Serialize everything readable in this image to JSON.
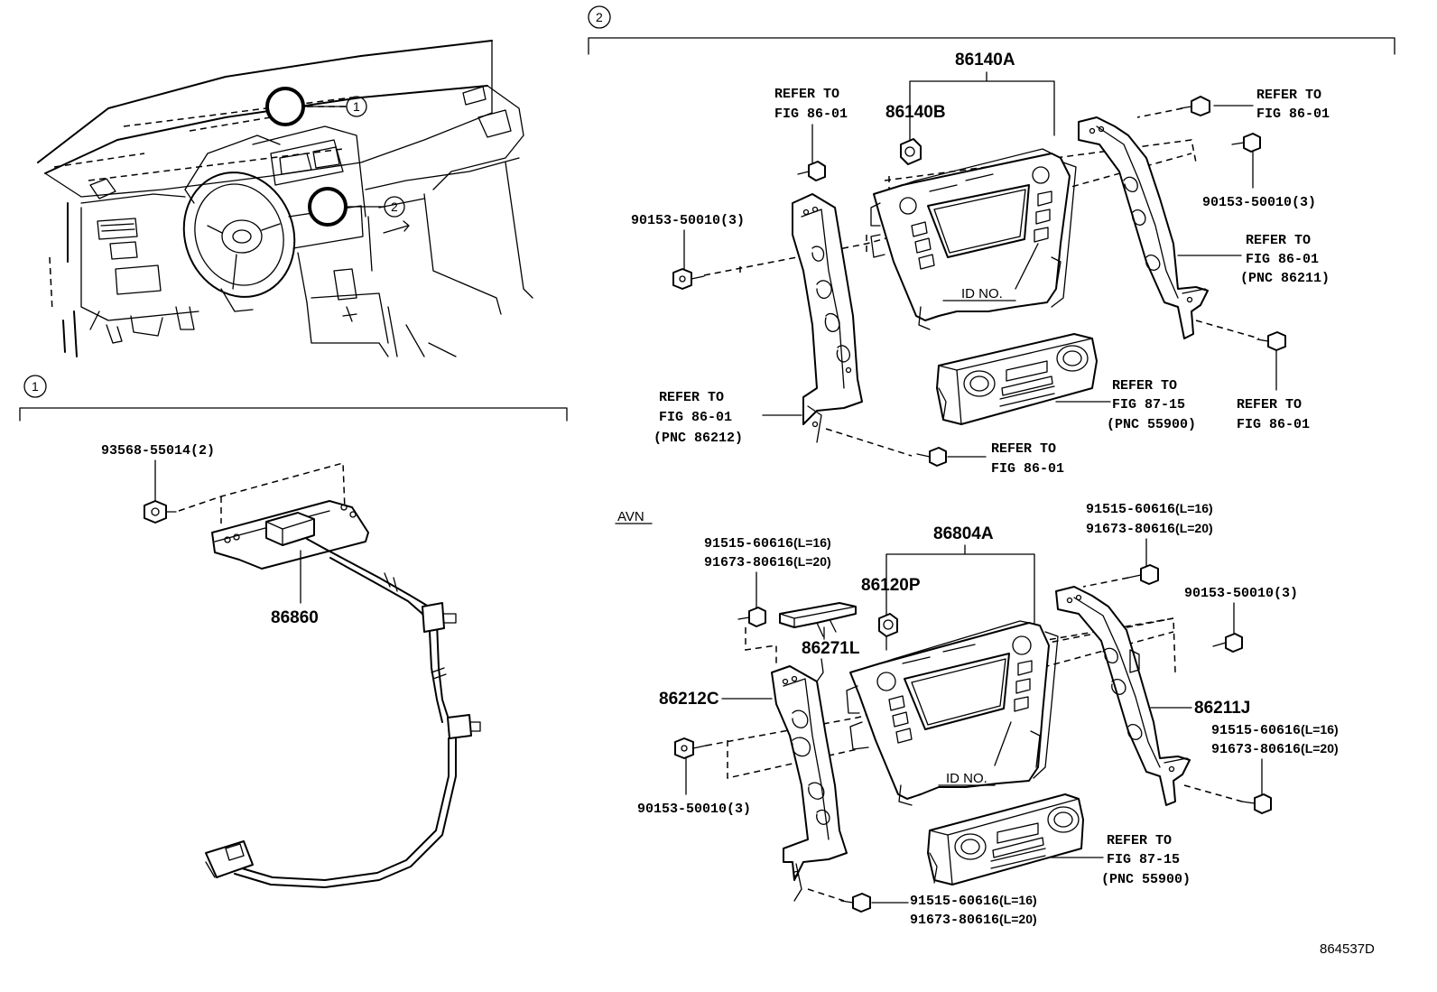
{
  "section_markers": {
    "marker_1": "1",
    "marker_2": "2"
  },
  "labels": {
    "p86140A": "86140A",
    "p86140B": "86140B",
    "refer_fig_86_01_a1": "REFER TO",
    "refer_fig_86_01_a2": "FIG 86-01",
    "refer_fig_86_01_b1": "REFER TO",
    "refer_fig_86_01_b2": "FIG 86-01",
    "p90153_top_right": "90153-50010(3)",
    "refer_86211_1": "REFER TO",
    "refer_86211_2": "FIG 86-01",
    "refer_86211_3": "(PNC 86211)",
    "p90153_left": "90153-50010(3)",
    "id_no_top": "ID NO.",
    "refer_86212_1": "REFER TO",
    "refer_86212_2": "FIG 86-01",
    "refer_86212_3": "(PNC 86212)",
    "refer_87_15_top_1": "REFER TO",
    "refer_87_15_top_2": "FIG 87-15",
    "refer_87_15_top_3": "(PNC 55900)",
    "refer_fig_86_01_c1": "REFER TO",
    "refer_fig_86_01_c2": "FIG 86-01",
    "refer_fig_86_01_d1": "REFER TO",
    "refer_fig_86_01_d2": "FIG 86-01",
    "p93568": "93568-55014(2)",
    "p86860": "86860",
    "avn": "AVN",
    "p86804A": "86804A",
    "p91515_top_right": "91515-60616",
    "p91515_top_right_l": "(L=16)",
    "p91673_top_right": "91673-80616",
    "p91673_top_right_l": "(L=20)",
    "p91515_top_left": "91515-60616",
    "p91515_top_left_l": "(L=16)",
    "p91673_top_left": "91673-80616",
    "p91673_top_left_l": "(L=20)",
    "p86120P": "86120P",
    "p86271L": "86271L",
    "p90153_avn_right": "90153-50010(3)",
    "p86212C": "86212C",
    "p86211J": "86211J",
    "p91515_mid_right": "91515-60616",
    "p91515_mid_right_l": "(L=16)",
    "p91673_mid_right": "91673-80616",
    "p91673_mid_right_l": "(L=20)",
    "p90153_avn_left": "90153-50010(3)",
    "id_no_bottom": "ID NO.",
    "refer_87_15_bot_1": "REFER TO",
    "refer_87_15_bot_2": "FIG 87-15",
    "refer_87_15_bot_3": "(PNC 55900)",
    "p91515_bottom": "91515-60616",
    "p91515_bottom_l": "(L=16)",
    "p91673_bottom": "91673-80616",
    "p91673_bottom_l": "(L=20)",
    "figure_id": "864537D"
  }
}
